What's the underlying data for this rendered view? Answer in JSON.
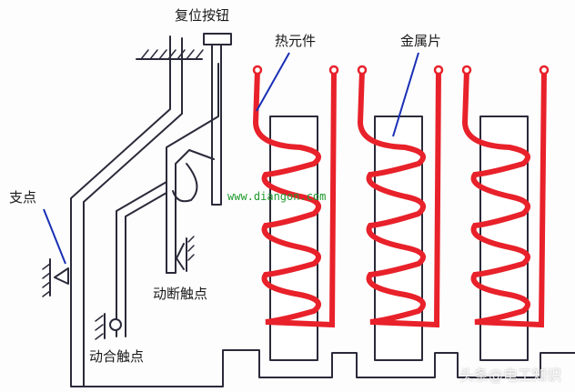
{
  "labels": {
    "reset_button": "复位按钮",
    "heating_element": "热元件",
    "metal_strip": "金属片",
    "pivot": "支点",
    "moving_break_contact": "动断触点",
    "moving_make_contact": "动合触点"
  },
  "website": "www.diangon.com",
  "watermark": "头条@电工知识",
  "colors": {
    "frame_line": "#2a2a3a",
    "heater_wire": "#e8212a",
    "pointer_line": "#1a2fb5",
    "background": "#fdfdfd"
  }
}
